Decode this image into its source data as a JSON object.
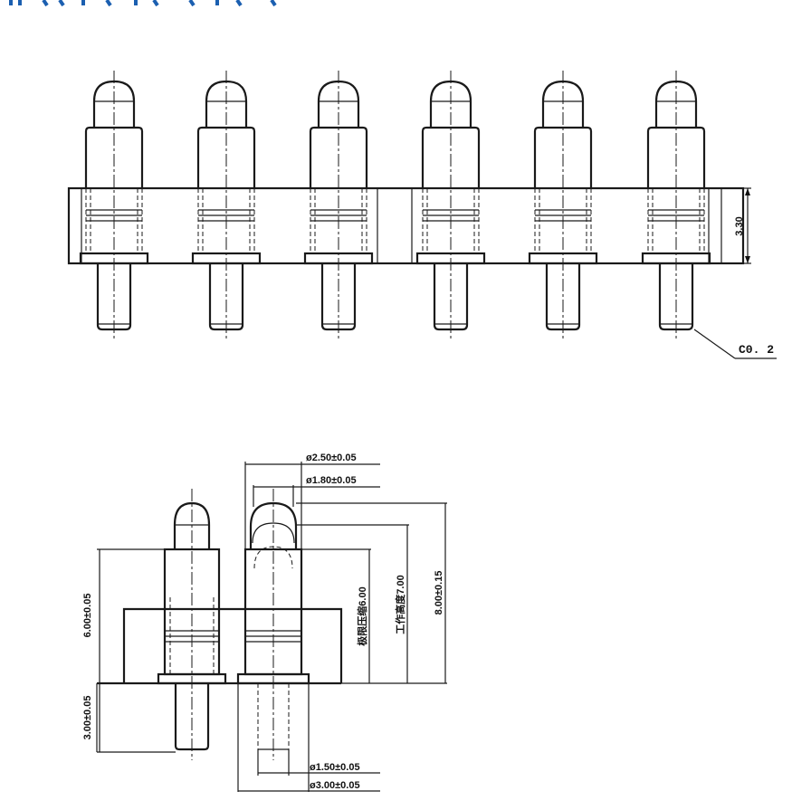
{
  "header": {
    "title_fragment": ""
  },
  "top_view": {
    "pin_count": 6,
    "height_dim": "3.30",
    "chamfer": "C0. 2"
  },
  "side_view": {
    "dims": {
      "body_dia": "ø2.50±0.05",
      "tip_dia": "ø1.80±0.05",
      "tail_dia": "ø1.50±0.05",
      "flange_dia": "ø3.00±0.05",
      "upper_height": "6.00±0.05",
      "lower_height": "3.00±0.05",
      "max_compress": "极限压缩6.00",
      "work_height": "工作高度7.00",
      "total_height": "8.00±0.15"
    }
  }
}
